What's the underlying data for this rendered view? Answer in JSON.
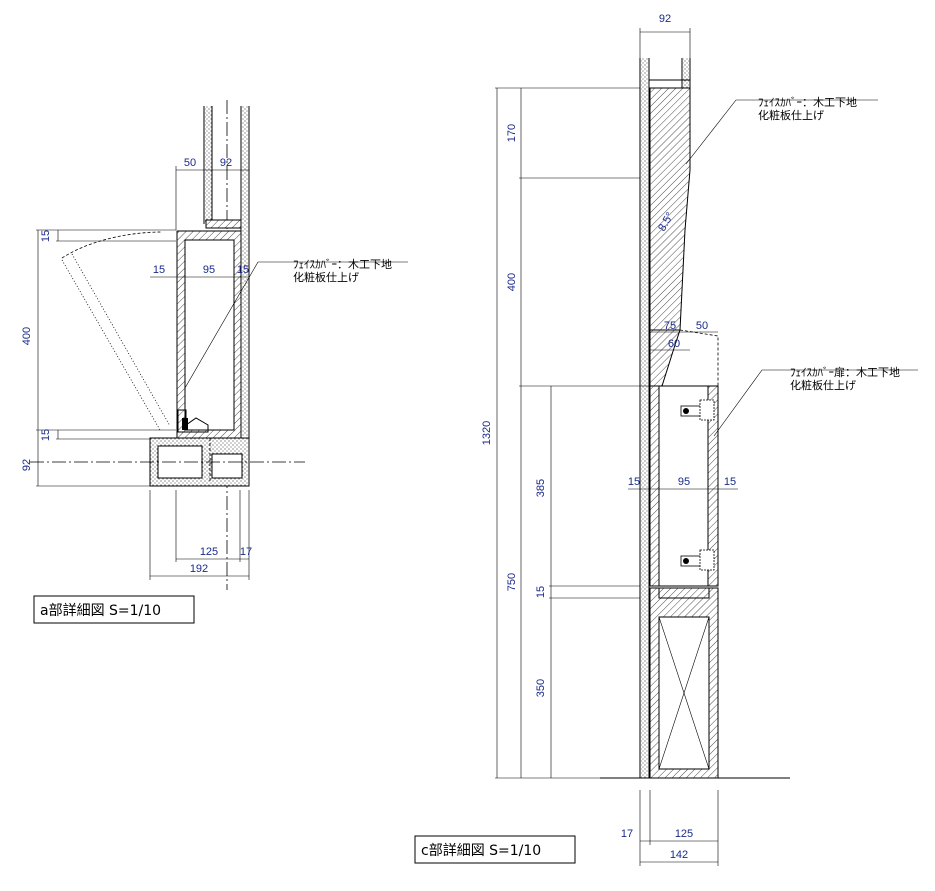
{
  "detail_a": {
    "title": "a部詳細図 S=1/10",
    "note_line1": "ﾌｪｲｽｶﾊﾞｰ：木工下地",
    "note_line2": "化粧板仕上げ",
    "dims": {
      "d50": "50",
      "d92_top": "92",
      "d15_top": "15",
      "d400": "400",
      "d15_bot": "15",
      "d92_left": "92",
      "d15_in_l": "15",
      "d95": "95",
      "d15_in_r": "15",
      "d125": "125",
      "d17": "17",
      "d192": "192"
    }
  },
  "detail_c": {
    "title": "c部詳細図 S=1/10",
    "note1_line1": "ﾌｪｲｽｶﾊﾞｰ：木工下地",
    "note1_line2": "化粧板仕上げ",
    "note2_line1": "ﾌｪｲｽｶﾊﾞｰ扉：木工下地",
    "note2_line2": "化粧板仕上げ",
    "slope_label": "8.5°",
    "dims": {
      "d92_top": "92",
      "d170": "170",
      "d400": "400",
      "d1320": "1320",
      "d385": "385",
      "d750": "750",
      "d15": "15",
      "d350": "350",
      "d75": "75",
      "d50": "50",
      "d60": "60",
      "d15_l": "15",
      "d95": "95",
      "d15_r": "15",
      "d17": "17",
      "d125": "125",
      "d142": "142"
    }
  }
}
